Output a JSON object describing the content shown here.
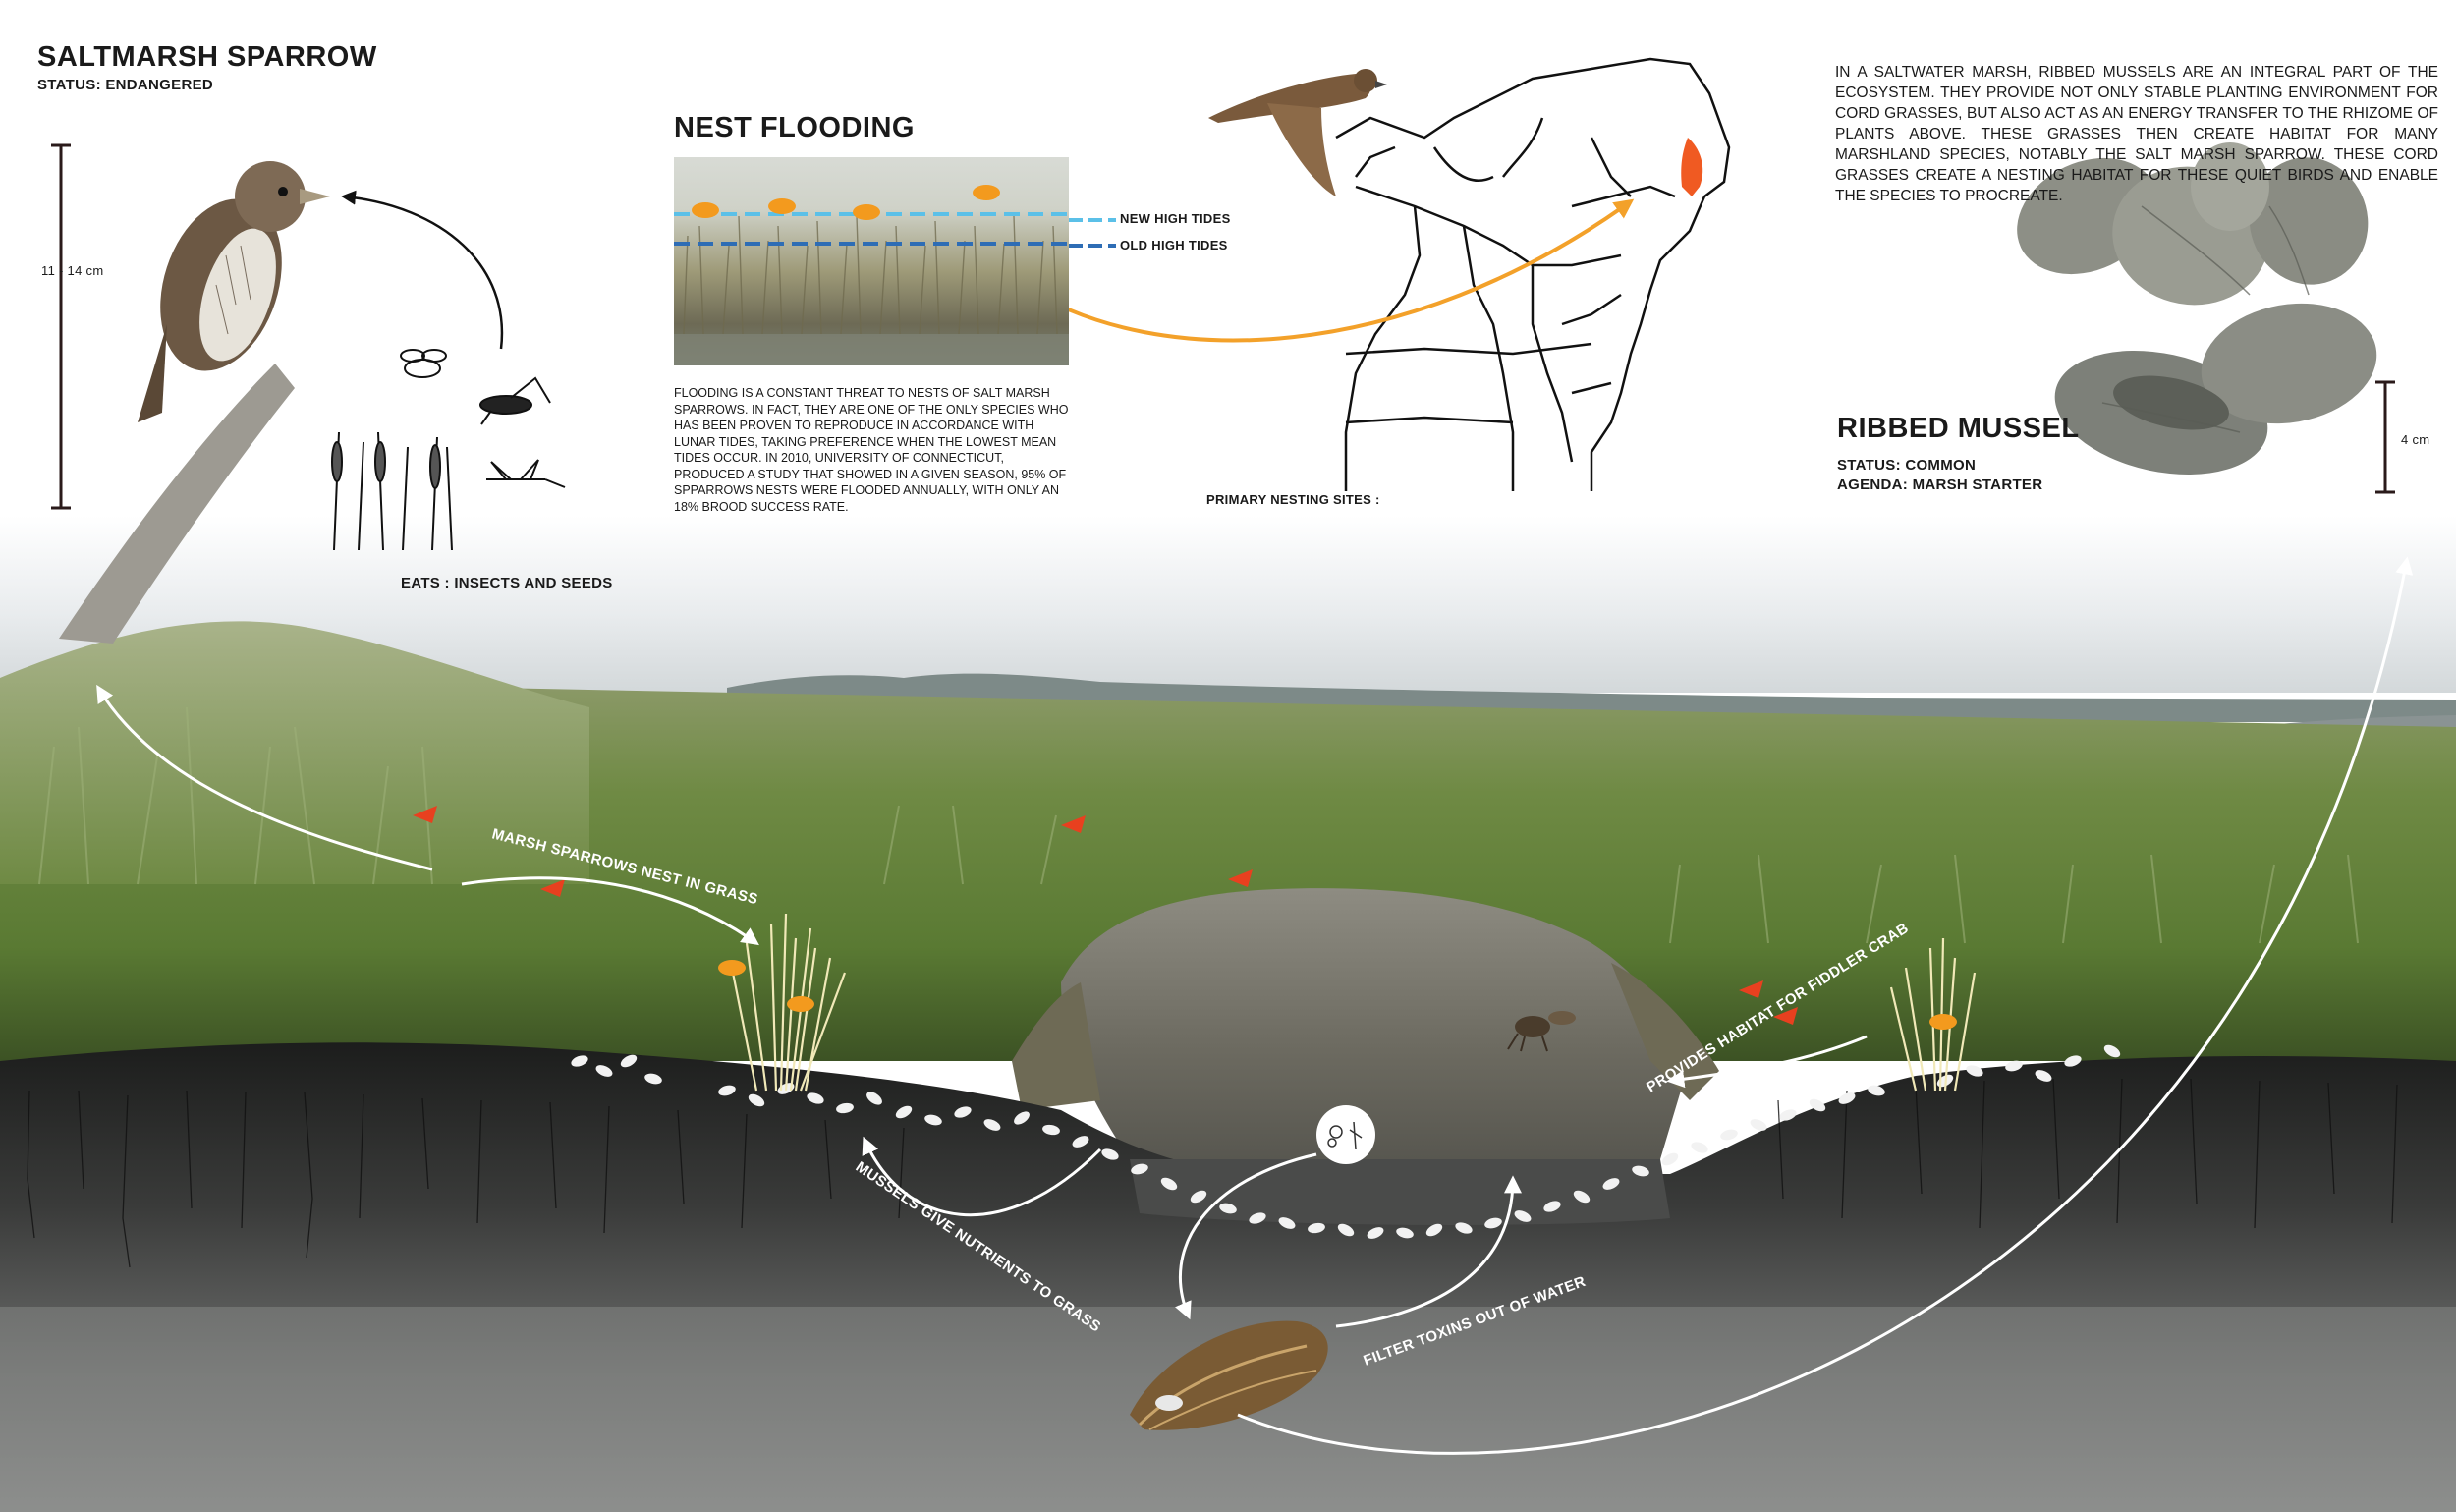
{
  "sparrow": {
    "title": "SALTMARSH SPARROW",
    "status": "STATUS: ENDANGERED",
    "size_label": "11 - 14 cm",
    "eats_label": "EATS : INSECTS AND SEEDS"
  },
  "nest_flooding": {
    "title": "NEST FLOODING",
    "new_tides": "NEW HIGH TIDES",
    "old_tides": "OLD HIGH TIDES",
    "paragraph": "FLOODING IS A CONSTANT THREAT TO NESTS OF SALT MARSH SPARROWS. IN FACT, THEY ARE ONE OF THE ONLY SPECIES WHO HAS BEEN PROVEN TO REPRODUCE IN ACCORDANCE WITH LUNAR TIDES, TAKING PREFERENCE WHEN THE LOWEST MEAN TIDES OCCUR.  IN 2010, UNIVERSITY OF CONNECTICUT, PRODUCED A STUDY THAT SHOWED IN A GIVEN SEASON, 95% OF SPPARROWS NESTS WERE FLOODED ANNUALLY, WITH ONLY AN 18% BROOD SUCCESS RATE.",
    "nesting_label": "PRIMARY NESTING SITES :"
  },
  "mussel": {
    "paragraph": "IN A SALTWATER MARSH, RIBBED MUSSELS ARE AN INTEGRAL PART OF THE ECOSYSTEM. THEY PROVIDE NOT ONLY STABLE PLANTING ENVIRONMENT FOR CORD GRASSES, BUT ALSO ACT AS AN ENERGY TRANSFER TO THE RHIZOME OF PLANTS ABOVE. THESE GRASSES THEN CREATE HABITAT FOR MANY MARSHLAND SPECIES, NOTABLY THE SALT MARSH SPARROW. THESE CORD GRASSES CREATE A NESTING HABITAT FOR THESE QUIET BIRDS AND ENABLE THE SPECIES TO PROCREATE.",
    "title": "RIBBED MUSSEL",
    "status": "STATUS: COMMON",
    "agenda": "AGENDA: MARSH STARTER",
    "size_label": "4 cm"
  },
  "cycle_labels": {
    "nest": "MARSH SPARROWS NEST IN GRASS",
    "nutrients": "MUSSELS GIVE NUTRIENTS TO GRASS",
    "filter": "FILTER TOXINS OUT OF WATER",
    "habitat": "PROVIDES HABITAT FOR FIDDLER CRAB"
  },
  "colors": {
    "new_tide": "#5bc0e8",
    "old_tide": "#2e6db5",
    "nest_marker": "#f39a1e",
    "bird_marker": "#e8401f",
    "arrow_orange": "#f3a12a",
    "arrow_white": "#ffffff"
  }
}
